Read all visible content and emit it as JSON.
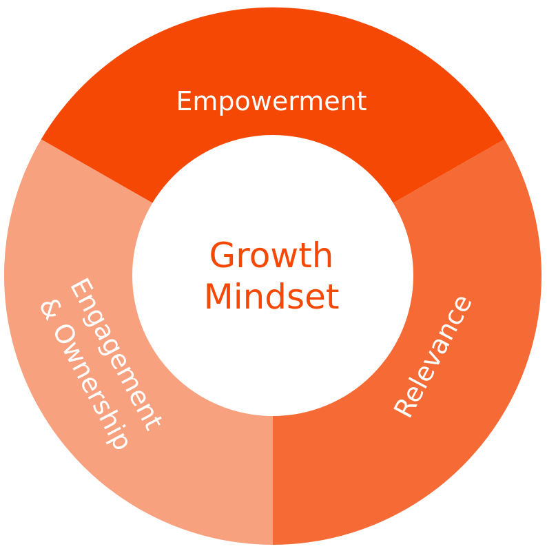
{
  "colors": {
    "empowerment": "#f44804",
    "relevance": "#f66b35",
    "engagement": "#f7a17f",
    "center_fill": "#ffffff",
    "center_text": "#f44804"
  },
  "segments": {
    "empowerment": "Empowerment",
    "relevance": "Relevance",
    "engagement_line1": "Engagement",
    "engagement_line2": "& Ownership"
  },
  "center": {
    "line1": "Growth",
    "line2": "Mindset"
  }
}
